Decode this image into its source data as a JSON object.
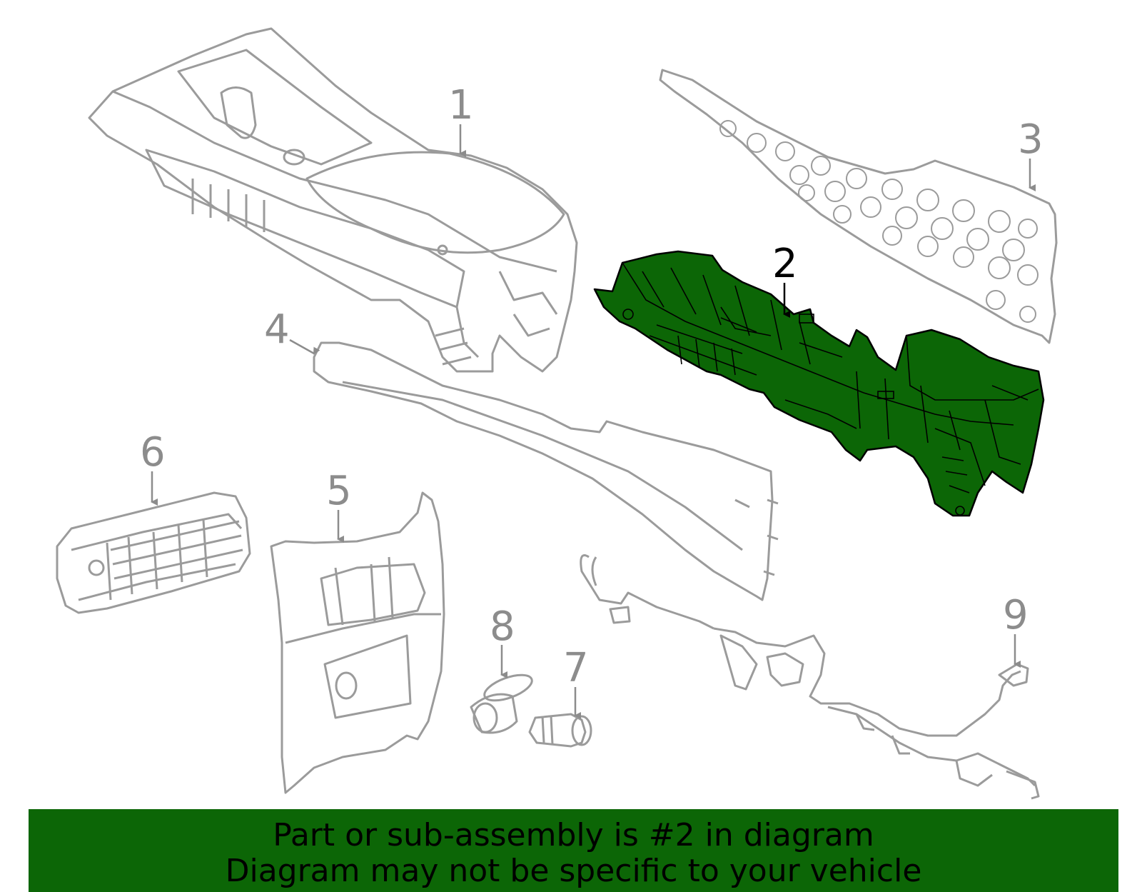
{
  "colors": {
    "outline": "#9b9b9b",
    "highlight_fill": "#0c6606",
    "highlight_stroke": "#000000",
    "banner_bg": "#0c6606"
  },
  "callouts": [
    "1",
    "2",
    "3",
    "4",
    "5",
    "6",
    "7",
    "8",
    "9"
  ],
  "highlighted_part": "2",
  "banner": {
    "line1": "Part or sub-assembly is #2 in diagram",
    "line2": "Diagram may not be specific to your vehicle"
  }
}
